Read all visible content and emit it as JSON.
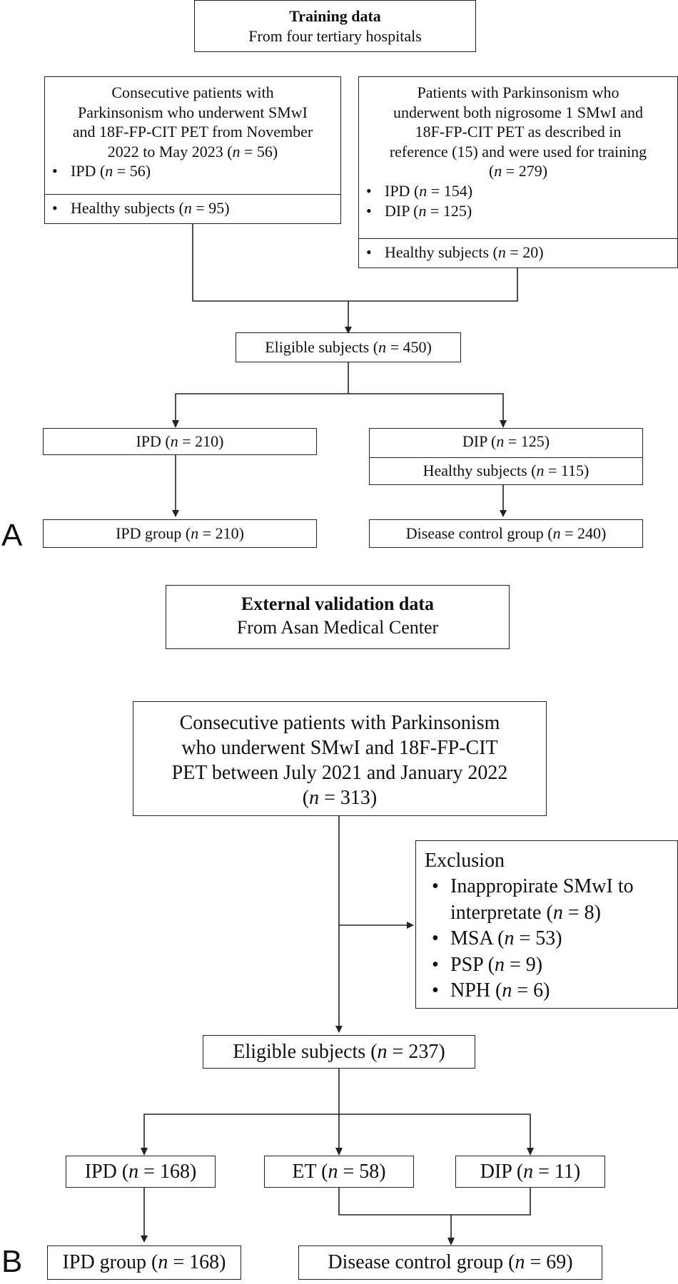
{
  "panel_a": {
    "label": "A",
    "header": {
      "title": "Training data",
      "subtitle": "From four tertiary hospitals"
    },
    "left_source": {
      "lines": [
        "Consecutive patients with",
        "Parkinsonism who underwent SMwI",
        "and 18F-FP-CIT PET from November",
        "2022 to May 2023 (",
        "n",
        " = 56)"
      ],
      "items": [
        {
          "pre": "IPD (",
          "n": "n",
          "post": " = 56)"
        }
      ],
      "healthy": {
        "pre": "Healthy subjects (",
        "n": "n",
        "post": " = 95)"
      }
    },
    "right_source": {
      "lines": [
        "Patients with Parkinsonism who",
        "underwent both nigrosome 1 SMwI and",
        "18F-FP-CIT PET as described in",
        "reference (15) and were used for training",
        "(",
        "n",
        " = 279)"
      ],
      "items": [
        {
          "pre": "IPD (",
          "n": "n",
          "post": " = 154)"
        },
        {
          "pre": "DIP (",
          "n": "n",
          "post": " = 125)"
        }
      ],
      "healthy": {
        "pre": "Healthy subjects (",
        "n": "n",
        "post": " = 20)"
      }
    },
    "eligible": {
      "pre": "Eligible subjects (",
      "n": "n",
      "post": " = 450)"
    },
    "ipd": {
      "pre": "IPD (",
      "n": "n",
      "post": " = 210)"
    },
    "dip": {
      "pre": "DIP (",
      "n": "n",
      "post": " = 125)"
    },
    "healthy": {
      "pre": "Healthy subjects (",
      "n": "n",
      "post": " = 115)"
    },
    "ipd_group": {
      "pre": "IPD group (",
      "n": "n",
      "post": " = 210)"
    },
    "control_group": {
      "pre": "Disease control group (",
      "n": "n",
      "post": " = 240)"
    }
  },
  "panel_b": {
    "label": "B",
    "header": {
      "title": "External validation data",
      "subtitle": "From Asan Medical Center"
    },
    "source": {
      "lines": [
        "Consecutive patients with Parkinsonism",
        "who underwent SMwI and 18F-FP-CIT",
        "PET between July 2021 and January 2022",
        "(",
        "n",
        " = 313)"
      ]
    },
    "exclusion": {
      "title": "Exclusion",
      "items": [
        {
          "pre": "Inappropirate SMwI to",
          "line2": "interpretate (",
          "n": "n",
          "post": " = 8)"
        },
        {
          "pre": "MSA (",
          "n": "n",
          "post": " = 53)"
        },
        {
          "pre": "PSP (",
          "n": "n",
          "post": " = 9)"
        },
        {
          "pre": "NPH (",
          "n": "n",
          "post": " = 6)"
        }
      ]
    },
    "eligible": {
      "pre": "Eligible subjects (",
      "n": "n",
      "post": " = 237)"
    },
    "ipd": {
      "pre": "IPD (",
      "n": "n",
      "post": " = 168)"
    },
    "et": {
      "pre": "ET (",
      "n": "n",
      "post": " = 58)"
    },
    "dip": {
      "pre": "DIP (",
      "n": "n",
      "post": " = 11)"
    },
    "ipd_group": {
      "pre": "IPD group (",
      "n": "n",
      "post": " = 168)"
    },
    "control_group": {
      "pre": "Disease control group (",
      "n": "n",
      "post": " = 69)"
    }
  }
}
